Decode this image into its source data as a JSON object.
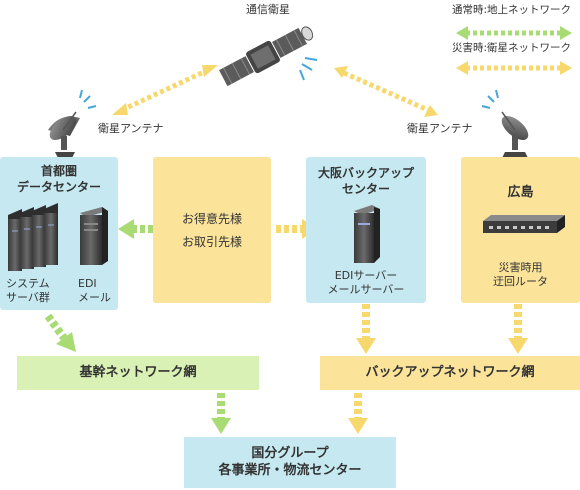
{
  "satellite": {
    "label": "通信衛星"
  },
  "legend": {
    "normal": "通常時:地上ネットワーク",
    "disaster": "災害時:衛星ネットワーク",
    "colors": {
      "ground": "#a8db73",
      "satellite": "#f7d86c"
    }
  },
  "antennas": {
    "left": "衛星アンテナ",
    "right": "衛星アンテナ"
  },
  "tokyo": {
    "title_line1": "首都圏",
    "title_line2": "データセンター",
    "servers_line1": "システム",
    "servers_line2": "サーバ群",
    "edi_line1": "EDI",
    "edi_line2": "メール"
  },
  "customers": {
    "line1": "お得意先様",
    "line2": "お取引先様"
  },
  "osaka": {
    "title_line1": "大阪バックアップ",
    "title_line2": "センター",
    "server_line1": "EDIサーバー",
    "server_line2": "メールサーバー"
  },
  "hiroshima": {
    "title": "広島",
    "router_line1": "災害時用",
    "router_line2": "迂回ルータ"
  },
  "networks": {
    "core": "基幹ネットワーク網",
    "backup": "バックアップネットワーク網"
  },
  "group": {
    "line1": "国分グループ",
    "line2": "各事業所・物流センター"
  },
  "colors": {
    "box_blue": "#c6e9f1",
    "box_yellow": "#fbe49a",
    "box_green": "#d9f1b4",
    "arrow_green": "#a8db73",
    "arrow_yellow": "#f7d86c"
  }
}
